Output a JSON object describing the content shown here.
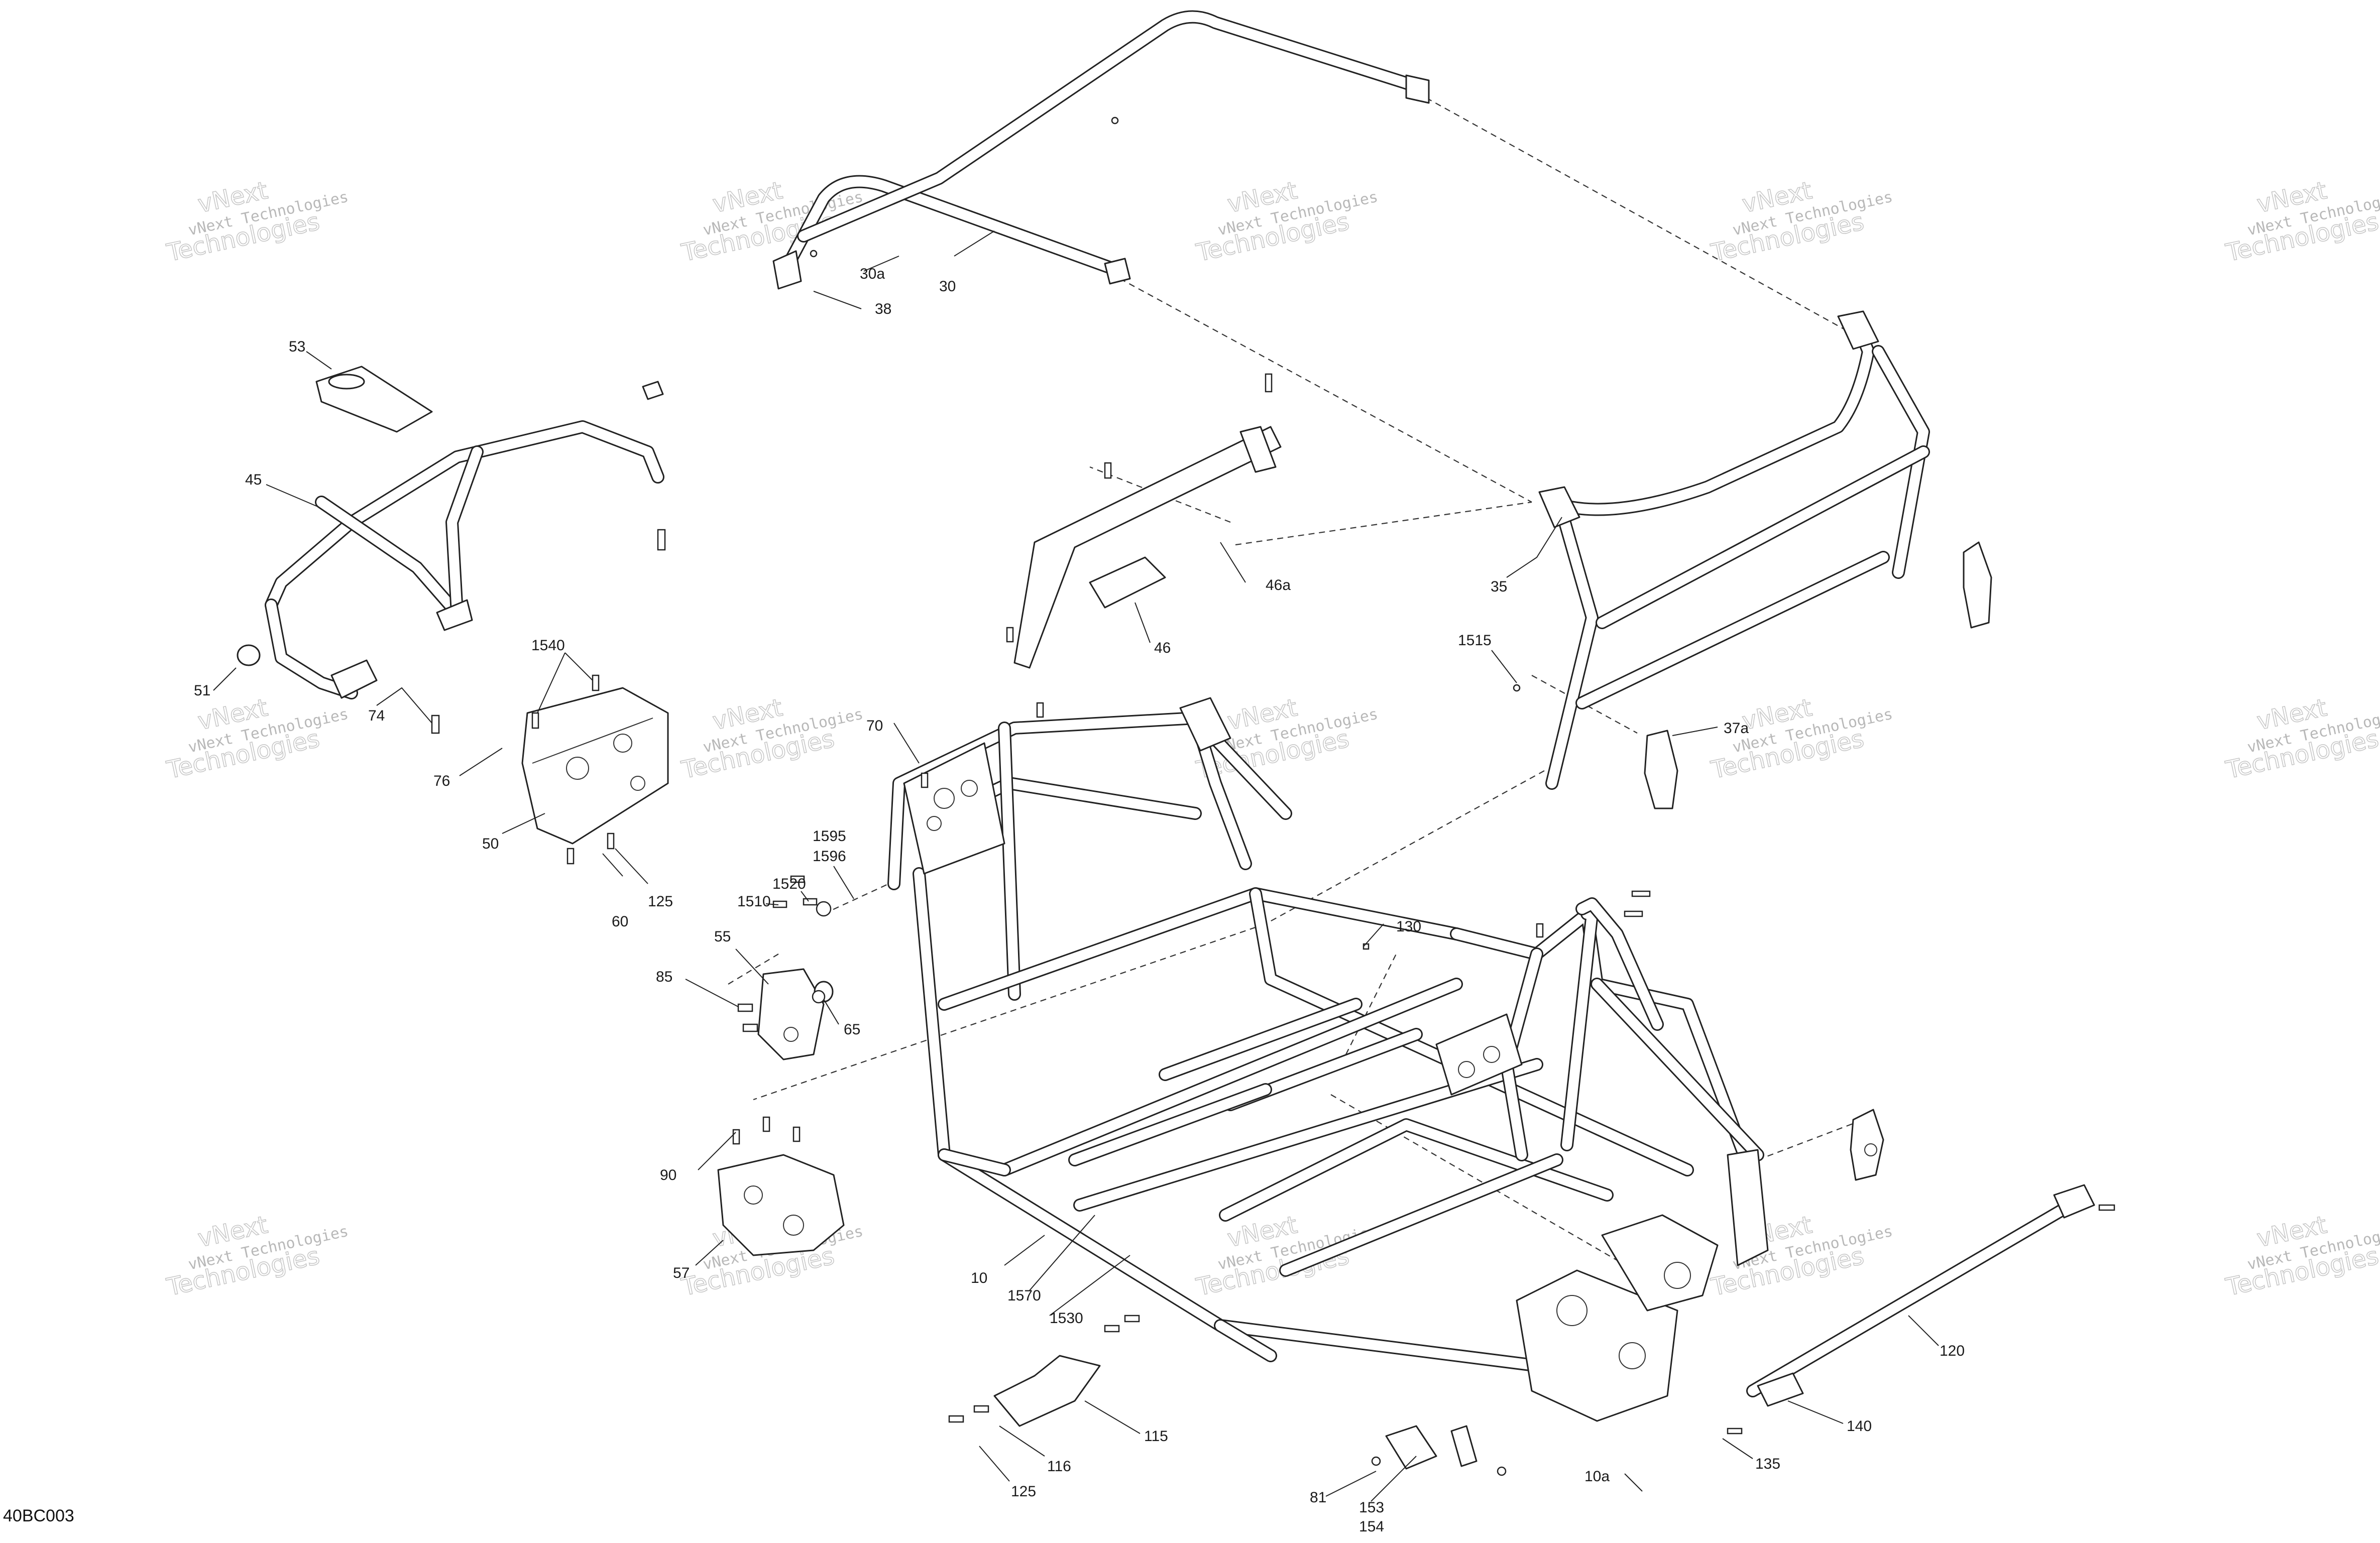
{
  "diagram": {
    "code": "40BC003",
    "watermark": {
      "line1": "vNext",
      "line2": "vNext Technologies",
      "line3": "Technologies"
    },
    "callouts": [
      {
        "id": "c-53",
        "text": "53"
      },
      {
        "id": "c-45",
        "text": "45"
      },
      {
        "id": "c-51",
        "text": "51"
      },
      {
        "id": "c-74",
        "text": "74"
      },
      {
        "id": "c-30a",
        "text": "30a"
      },
      {
        "id": "c-30",
        "text": "30"
      },
      {
        "id": "c-38",
        "text": "38"
      },
      {
        "id": "c-46a",
        "text": "46a"
      },
      {
        "id": "c-46",
        "text": "46"
      },
      {
        "id": "c-35",
        "text": "35"
      },
      {
        "id": "c-1515",
        "text": "1515"
      },
      {
        "id": "c-37a",
        "text": "37a"
      },
      {
        "id": "c-1540",
        "text": "1540"
      },
      {
        "id": "c-76",
        "text": "76"
      },
      {
        "id": "c-50",
        "text": "50"
      },
      {
        "id": "c-60",
        "text": "60"
      },
      {
        "id": "c-125a",
        "text": "125"
      },
      {
        "id": "c-70",
        "text": "70"
      },
      {
        "id": "c-1595",
        "text": "1595"
      },
      {
        "id": "c-1596",
        "text": "1596"
      },
      {
        "id": "c-1520",
        "text": "1520"
      },
      {
        "id": "c-1510",
        "text": "1510"
      },
      {
        "id": "c-55",
        "text": "55"
      },
      {
        "id": "c-85",
        "text": "85"
      },
      {
        "id": "c-65",
        "text": "65"
      },
      {
        "id": "c-130",
        "text": "130"
      },
      {
        "id": "c-90",
        "text": "90"
      },
      {
        "id": "c-57",
        "text": "57"
      },
      {
        "id": "c-10",
        "text": "10"
      },
      {
        "id": "c-1570",
        "text": "1570"
      },
      {
        "id": "c-1530",
        "text": "1530"
      },
      {
        "id": "c-115",
        "text": "115"
      },
      {
        "id": "c-116",
        "text": "116"
      },
      {
        "id": "c-125b",
        "text": "125"
      },
      {
        "id": "c-120",
        "text": "120"
      },
      {
        "id": "c-140",
        "text": "140"
      },
      {
        "id": "c-135",
        "text": "135"
      },
      {
        "id": "c-10a",
        "text": "10a"
      },
      {
        "id": "c-81",
        "text": "81"
      },
      {
        "id": "c-153",
        "text": "153"
      },
      {
        "id": "c-154",
        "text": "154"
      }
    ]
  }
}
